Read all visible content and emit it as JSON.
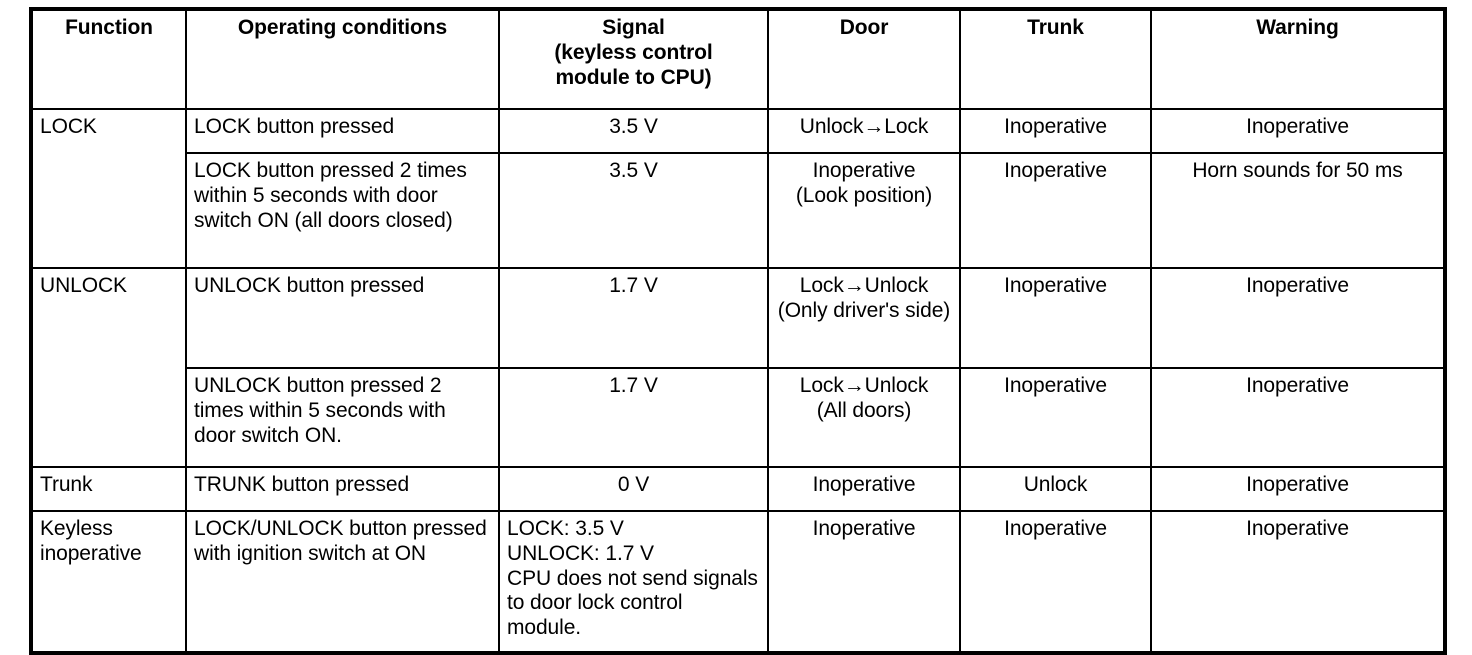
{
  "table": {
    "headers": [
      "Function",
      "Operating conditions",
      "Signal\n(keyless control\nmodule to CPU)",
      "Door",
      "Trunk",
      "Warning"
    ],
    "rows": [
      {
        "function": "LOCK",
        "conditions": "LOCK button pressed",
        "signal": "3.5 V",
        "door": "Unlock→Lock",
        "trunk": "Inoperative",
        "warning": "Inoperative"
      },
      {
        "function": "",
        "conditions": "LOCK button pressed 2 times within 5 seconds with door switch ON (all doors closed)",
        "signal": "3.5 V",
        "door": "Inoperative\n(Look position)",
        "trunk": "Inoperative",
        "warning": "Horn sounds for 50 ms"
      },
      {
        "function": "UNLOCK",
        "conditions": "UNLOCK button pressed",
        "signal": "1.7 V",
        "door": "Lock→Unlock\n(Only driver's side)",
        "trunk": "Inoperative",
        "warning": "Inoperative"
      },
      {
        "function": "",
        "conditions": "UNLOCK button pressed 2 times within 5 seconds with door switch ON.",
        "signal": "1.7 V",
        "door": "Lock→Unlock\n(All doors)",
        "trunk": "Inoperative",
        "warning": "Inoperative"
      },
      {
        "function": "Trunk",
        "conditions": "TRUNK button pressed",
        "signal": "0 V",
        "door": "Inoperative",
        "trunk": "Unlock",
        "warning": "Inoperative"
      },
      {
        "function": "Keyless inoperative",
        "conditions": "LOCK/UNLOCK button pressed with ignition switch at ON",
        "signal": "LOCK: 3.5 V\nUNLOCK: 1.7 V\nCPU does not send signals to door lock control module.",
        "door": "Inoperative",
        "trunk": "Inoperative",
        "warning": "Inoperative"
      }
    ]
  },
  "colors": {
    "border": "#000000",
    "text": "#000000",
    "background": "#ffffff"
  }
}
